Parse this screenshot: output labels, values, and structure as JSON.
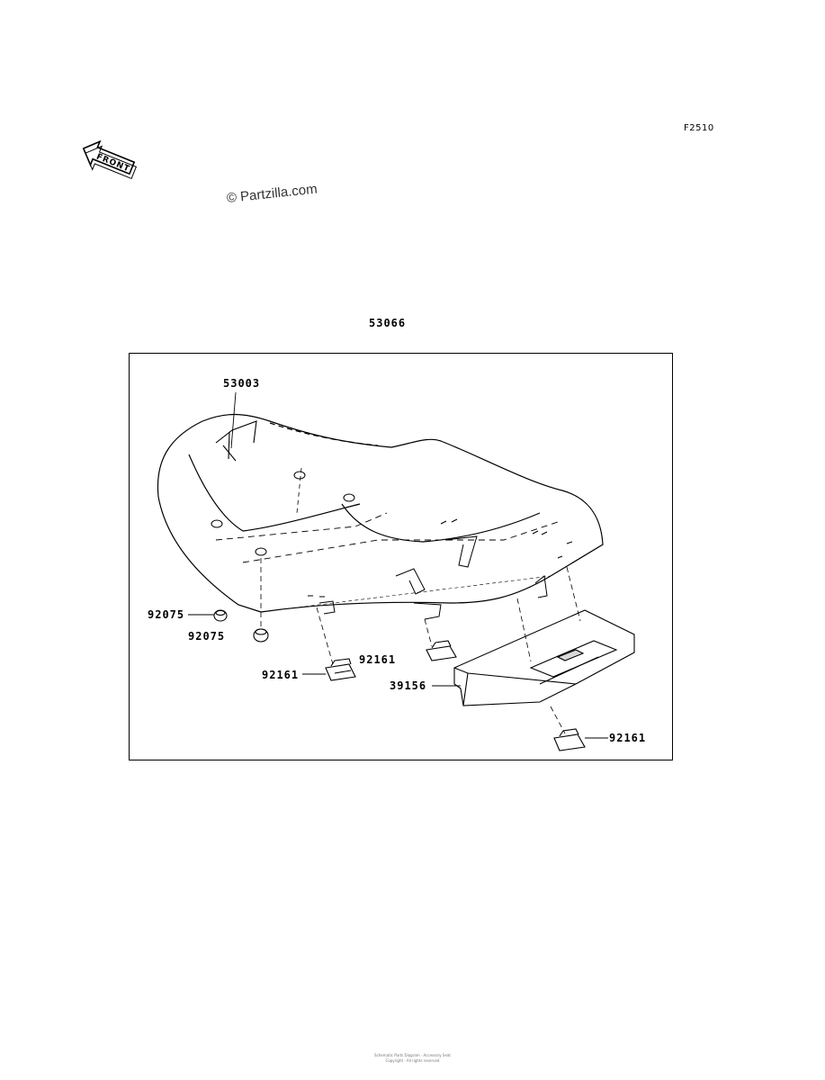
{
  "diagram": {
    "figure_code": "F2510",
    "front_label": "FRONT",
    "watermark": "© Partzilla.com",
    "assembly_part": "53066",
    "parts": [
      {
        "id": "p-53003",
        "label": "53003"
      },
      {
        "id": "p-92075a",
        "label": "92075"
      },
      {
        "id": "p-92075b",
        "label": "92075"
      },
      {
        "id": "p-92161a",
        "label": "92161"
      },
      {
        "id": "p-92161b",
        "label": "92161"
      },
      {
        "id": "p-39156",
        "label": "39156"
      },
      {
        "id": "p-92161c",
        "label": "92161"
      }
    ],
    "footer_line1": "Schematic Parts Diagram · Accessory Seat",
    "footer_line2": "Copyright · All rights reserved"
  }
}
